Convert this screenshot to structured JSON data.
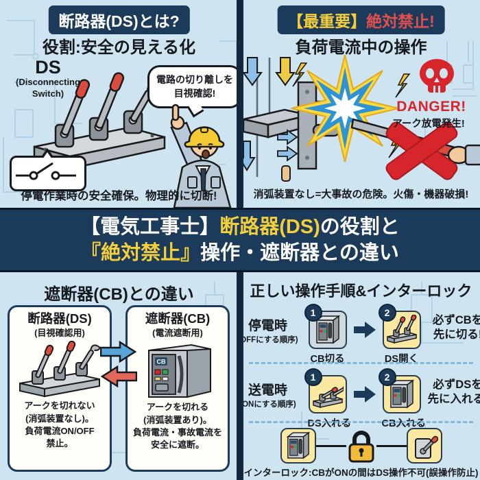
{
  "colors": {
    "background": "#cfe4f1",
    "navy": "#1c3a59",
    "accent_yellow": "#f3cf3d",
    "alert_red": "#d6252b",
    "step_yellow": "#fbe9a2"
  },
  "panel_ds_intro": {
    "title": "断路器(DS)とは?",
    "subtitle": "役割:安全の見える化",
    "device_label": "DS",
    "device_sublabel_line1": "(Disconnecting",
    "device_sublabel_line2": "Switch)",
    "speech_line1": "電路の切り離しを",
    "speech_line2": "目視確認!",
    "caption": "停電作業時の安全確保。物理的に切断!"
  },
  "panel_danger": {
    "title_tag": "【最重要】",
    "title_main": "絶対禁止!",
    "subtitle": "負荷電流中の操作",
    "danger_word": "DANGER!",
    "danger_note": "アーク放電発生!",
    "caption": "消弧装置なし=大事故の危険。火傷・機器破損!"
  },
  "band": {
    "line1_white1": "【電気工事士】",
    "line1_yellow": "断路器(DS)",
    "line1_white2": "の役割と",
    "line2_yellow": "『絶対禁止』",
    "line2_white": "操作・遮断器との違い"
  },
  "panel_compare": {
    "title": "遮断器(CB)との違い",
    "cb_label": "CB",
    "cards": [
      {
        "name": "断路器(DS)",
        "sub": "(目視確認用)",
        "desc": [
          "アークを切れない",
          "(消弧装置なし)。",
          "負荷電流ON/OFF",
          "禁止。"
        ]
      },
      {
        "name": "遮断器(CB)",
        "sub": "(電流遮断用)",
        "desc": [
          "アークを切れる",
          "(消弧装置あり)。",
          "負荷電流・事故電流を",
          "安全に遮断。"
        ]
      }
    ]
  },
  "panel_procedure": {
    "title": "正しい操作手順&インターロック",
    "rows": [
      {
        "phase": "停電時",
        "order": "(OFFにする順序)",
        "steps": [
          {
            "num": "1",
            "label": "CB切る"
          },
          {
            "num": "2",
            "label": "DS開く"
          }
        ],
        "note_line1": "必ずCBを",
        "note_line2": "先に切る!"
      },
      {
        "phase": "送電時",
        "order": "(ONにする順序)",
        "steps": [
          {
            "num": "1",
            "label": "DS入れる"
          },
          {
            "num": "2",
            "label": "CB入れる"
          }
        ],
        "note_line1": "必ずDSを",
        "note_line2": "先に入れる!"
      }
    ],
    "interlock_caption": "インターロック:CBがONの間はDS操作不可(誤操作防止)"
  }
}
